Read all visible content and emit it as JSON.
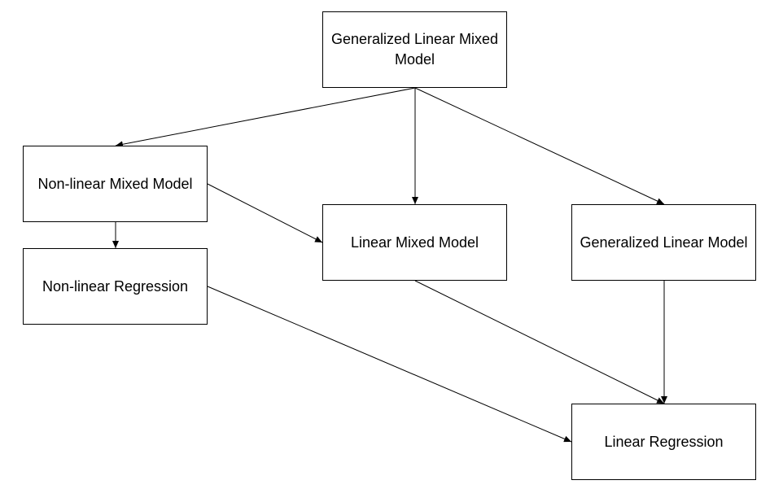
{
  "nodes": {
    "glmm": {
      "label": "Generalized Linear Mixed Model"
    },
    "nlmm": {
      "label": "Non-linear Mixed Model"
    },
    "lmm": {
      "label": "Linear Mixed Model"
    },
    "glm": {
      "label": "Generalized Linear Model"
    },
    "nlr": {
      "label": "Non-linear Regression"
    },
    "lr": {
      "label": "Linear Regression"
    }
  },
  "edges": [
    {
      "from": "glmm",
      "to": "nlmm"
    },
    {
      "from": "glmm",
      "to": "lmm"
    },
    {
      "from": "glmm",
      "to": "glm"
    },
    {
      "from": "nlmm",
      "to": "nlr"
    },
    {
      "from": "nlmm",
      "to": "lmm"
    },
    {
      "from": "nlr",
      "to": "lr"
    },
    {
      "from": "lmm",
      "to": "lr"
    },
    {
      "from": "glm",
      "to": "lr"
    }
  ],
  "colors": {
    "stroke": "#000000",
    "background": "#ffffff"
  }
}
